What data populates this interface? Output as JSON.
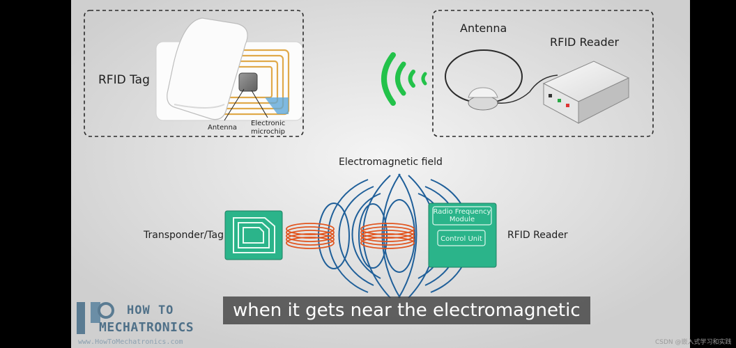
{
  "top_left_panel": {
    "title": "RFID Tag",
    "antenna_label": "Antenna",
    "chip_label_line1": "Electronic",
    "chip_label_line2": "microchip"
  },
  "top_right_panel": {
    "antenna_label": "Antenna",
    "reader_label": "RFID Reader"
  },
  "field_diagram": {
    "field_label": "Electromagnetic field",
    "tag_label": "Transponder/Tag",
    "reader_label": "RFID Reader",
    "module_line1": "Radio Frequency",
    "module_line2": "Module",
    "control_unit": "Control Unit"
  },
  "subtitle": "when it gets near the electromagnetic",
  "logo": {
    "line1": "HOW TO",
    "line2": "MECHATRONICS",
    "url": "www.HowToMechatronics.com"
  },
  "watermark": "CSDN @嵌入式学习和实践",
  "colors": {
    "teal": "#2bb48a",
    "wave_green": "#23c24a",
    "field_blue": "#1f5f99",
    "coil_orange": "#e1551f"
  }
}
